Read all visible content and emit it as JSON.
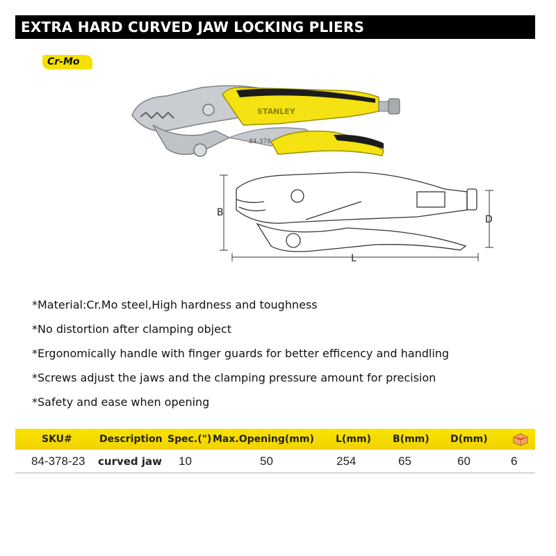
{
  "title": "EXTRA HARD CURVED JAW LOCKING PLIERS",
  "badge": "Cr-Mo",
  "product_photo": {
    "brand_mark": "STANLEY",
    "model_mark": "84-378",
    "colors": {
      "grip_yellow": "#f4e212",
      "grip_black": "#1c1c1c",
      "steel": "#c9ccd0"
    }
  },
  "diagram": {
    "label_b": "B",
    "label_d": "D",
    "label_l": "L"
  },
  "features": [
    "*Material:Cr.Mo steel,High hardness and toughness",
    "*No distortion after clamping object",
    "*Ergonomically handle with finger guards for better efficency and handling",
    "*Screws adjust the jaws and the clamping pressure amount for precision",
    "*Safety and ease when opening"
  ],
  "table": {
    "headers": [
      "SKU#",
      "Description",
      "Spec.(\")",
      "Max.Opening(mm)",
      "L(mm)",
      "B(mm)",
      "D(mm)"
    ],
    "carton_icon": "carton-box-icon",
    "row": [
      "84-378-23",
      "curved jaw",
      "10",
      "50",
      "254",
      "65",
      "60",
      "6"
    ],
    "header_color": "#f5dc00"
  }
}
